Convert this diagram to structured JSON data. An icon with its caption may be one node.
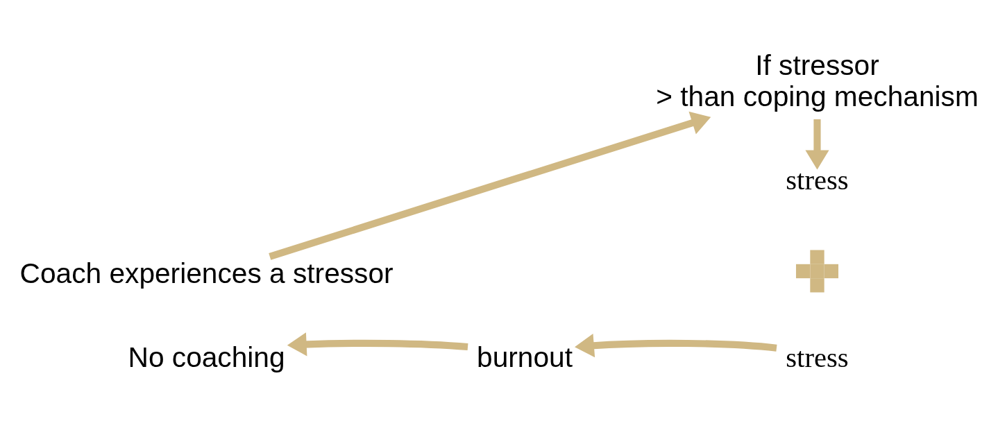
{
  "diagram": {
    "nodes": [
      {
        "text": [
          "Coach experiences a stressor"
        ]
      },
      {
        "text": [
          "If stressor > than coping mechanism"
        ]
      },
      {
        "text": [
          "stress"
        ]
      },
      {
        "text": [],
        "shape": "plus"
      },
      {
        "text": [
          "stress"
        ]
      },
      {
        "text": [
          "burnout"
        ]
      },
      {
        "text": [
          "No coaching"
        ]
      }
    ],
    "edges": [
      {
        "from": 0,
        "to": 1,
        "arrow": "to"
      },
      {
        "from": 1,
        "to": 2,
        "arrow": "to"
      },
      {
        "from": 4,
        "to": 5,
        "arrow": "to"
      },
      {
        "from": 5,
        "to": 6,
        "arrow": "to"
      }
    ]
  }
}
